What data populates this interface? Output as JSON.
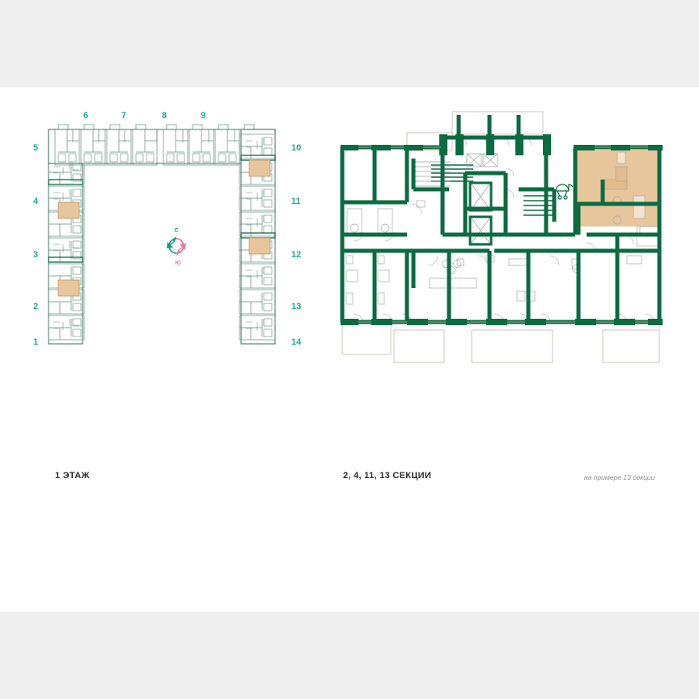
{
  "page": {
    "background": "#efefef",
    "content_background": "#ffffff",
    "accent_color": "#1aab94",
    "wall_color": "#0b6b41",
    "highlight_color": "#e8c69b",
    "thin_line_color": "#5c8d7e",
    "south_color": "#e8799f"
  },
  "left_plan": {
    "caption": "1 ЭТАЖ",
    "section_numbers": {
      "left_side": [
        "5",
        "4",
        "3",
        "2",
        "1"
      ],
      "top_side": [
        "6",
        "7",
        "8",
        "9"
      ],
      "right_side": [
        "10",
        "11",
        "12",
        "13",
        "14"
      ]
    },
    "compass": {
      "north_label": "С",
      "south_label": "Ю",
      "north_color": "#199a7d",
      "south_color": "#e8799f"
    },
    "highlighted_units": 4,
    "shape": "U-shaped building footprint"
  },
  "right_plan": {
    "caption": "2, 4, 11, 13 СЕКЦИИ",
    "note": "на примере 13 секции",
    "highlighted_apartment": {
      "position": "top-right",
      "fill": "#e8c69b"
    },
    "core": {
      "elevators": 2,
      "stair_flights": 3,
      "stroller_icon": "baby-stroller-icon"
    }
  }
}
